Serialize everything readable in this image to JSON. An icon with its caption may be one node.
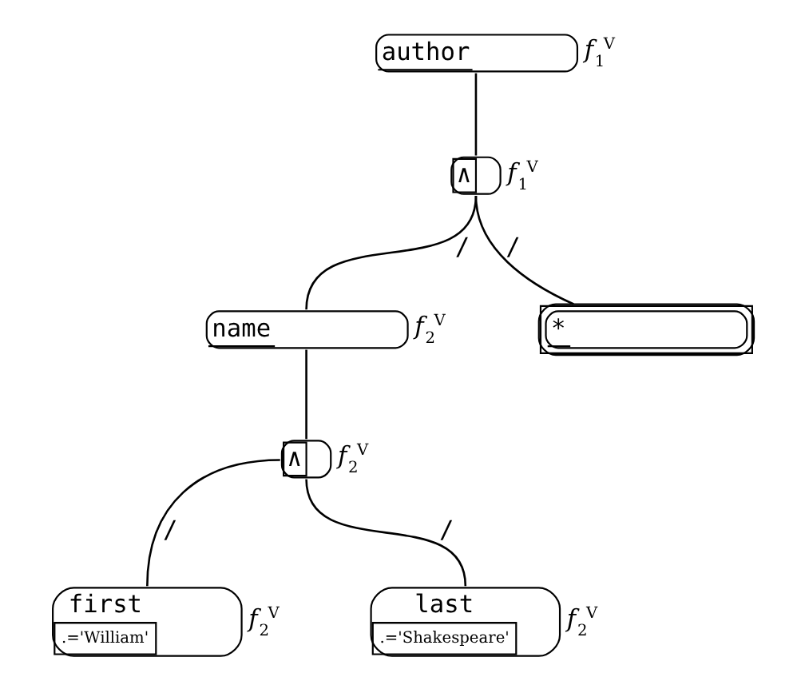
{
  "diagram": {
    "nodes": [
      {
        "text": [
          "author"
        ],
        "beside": [
          "*f*$_{1}$$^{V}$"
        ]
      },
      {
        "text": [
          "∧"
        ],
        "beside": [
          "*f*$_{1}$$^{V}$"
        ]
      },
      {
        "text": [
          "name"
        ],
        "beside": [
          "*f*$_{2}$$^{V}$"
        ]
      },
      {
        "text": [
          "*"
        ]
      },
      {
        "text": [
          "∧"
        ],
        "beside": [
          "*f*$_{2}$$^{V}$"
        ]
      },
      {
        "text": [
          "first",
          ".='William'"
        ],
        "beside": [
          "*f*$_{2}$$^{V}$"
        ]
      },
      {
        "text": [
          "last",
          ".='Shakespeare'"
        ],
        "beside": [
          "*f*$_{2}$$^{V}$"
        ]
      }
    ],
    "edges": [
      {
        "from": 0,
        "to": 1,
        "arrow": "none"
      },
      {
        "from": 1,
        "to": 2,
        "arrow": "none",
        "label": "/"
      },
      {
        "from": 1,
        "to": 3,
        "arrow": "none",
        "label": "/"
      },
      {
        "from": 2,
        "to": 4,
        "arrow": "none"
      },
      {
        "from": 4,
        "to": 5,
        "arrow": "none",
        "label": "/"
      },
      {
        "from": 4,
        "to": 6,
        "arrow": "none",
        "label": "/"
      }
    ]
  }
}
